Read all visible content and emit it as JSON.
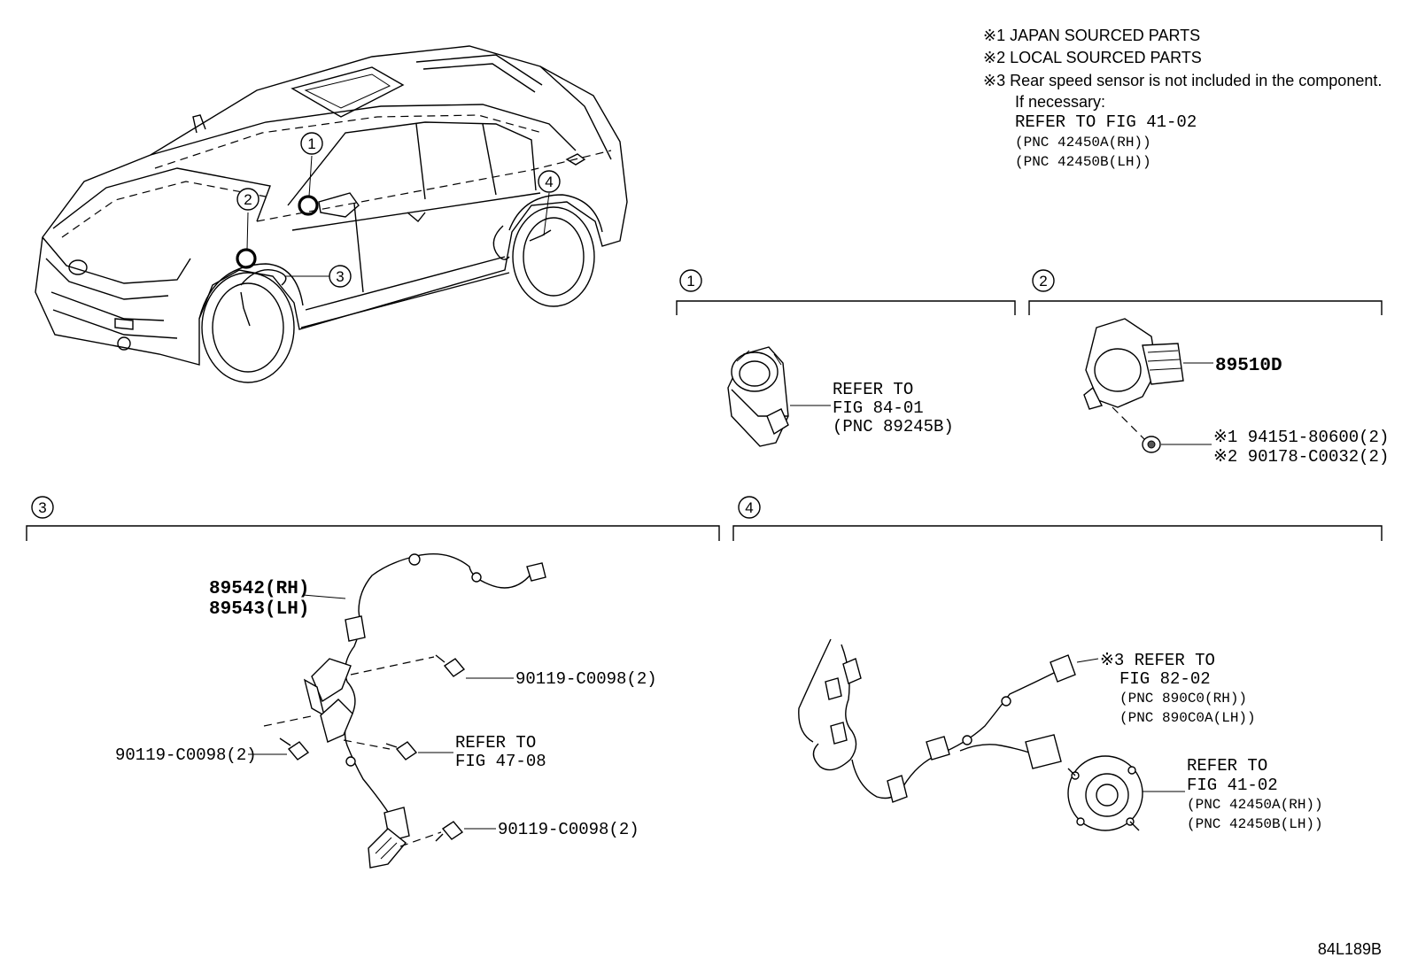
{
  "notes": {
    "line1": "※1 JAPAN SOURCED PARTS",
    "line2": "※2 LOCAL SOURCED PARTS",
    "line3": "※3 Rear speed sensor is not included in the component.",
    "line4": "If necessary:",
    "line5": "REFER TO FIG 41-02",
    "line6": "(PNC 42450A(RH))",
    "line7": "(PNC 42450B(LH))"
  },
  "callouts": {
    "c1": "1",
    "c2": "2",
    "c3": "3",
    "c4": "4"
  },
  "section1": {
    "ref_line1": "REFER TO",
    "ref_line2": "FIG 84-01",
    "ref_line3": "(PNC 89245B)"
  },
  "section2": {
    "part_number": "89510D",
    "fastener_jp": "※1 94151-80600(2)",
    "fastener_local": "※2 90178-C0032(2)"
  },
  "section3": {
    "sensor_rh": "89542(RH)",
    "sensor_lh": "89543(LH)",
    "bolt_upper": "90119-C0098(2)",
    "bolt_left": "90119-C0098(2)",
    "bolt_lower": "90119-C0098(2)",
    "ref_line1": "REFER TO",
    "ref_line2": "FIG 47-08"
  },
  "section4": {
    "ref_a_line1": "※3 REFER TO",
    "ref_a_line2": "FIG 82-02",
    "ref_a_line3": "(PNC 890C0(RH))",
    "ref_a_line4": "(PNC 890C0A(LH))",
    "ref_b_line1": "REFER TO",
    "ref_b_line2": "FIG 41-02",
    "ref_b_line3": "(PNC 42450A(RH))",
    "ref_b_line4": "(PNC 42450B(LH))"
  },
  "drawing_code": "84L189B"
}
